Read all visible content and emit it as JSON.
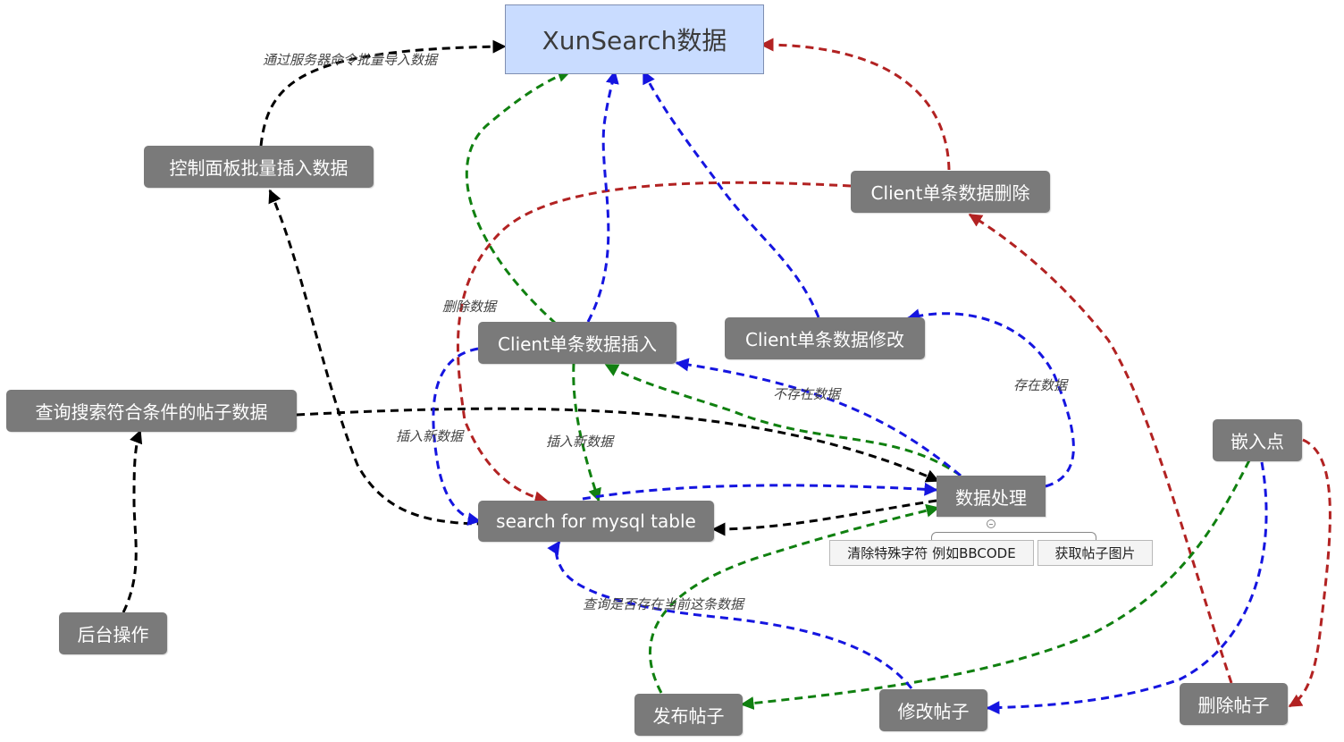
{
  "nodes": {
    "xunsearch": "XunSearch数据",
    "panel_batch": "控制面板批量插入数据",
    "client_delete": "Client单条数据删除",
    "client_insert": "Client单条数据插入",
    "client_modify": "Client单条数据修改",
    "query_posts": "查询搜索符合条件的帖子数据",
    "search_mysql": "search for mysql table",
    "data_process": "数据处理",
    "embed_point": "嵌入点",
    "backend": "后台操作",
    "publish_post": "发布帖子",
    "modify_post": "修改帖子",
    "delete_post": "删除帖子"
  },
  "sub_items": {
    "clean_chars": "清除特殊字符 例如BBCODE",
    "get_images": "获取帖子图片"
  },
  "edge_labels": {
    "server_cmd": "通过服务器命令批量导入数据",
    "delete_data": "删除数据",
    "insert_new_1": "插入新数据",
    "insert_new_2": "插入新数据",
    "not_exist": "不存在数据",
    "exist": "存在数据",
    "query_exist": "查询是否存在当前这条数据"
  },
  "colors": {
    "black": "#000000",
    "red": "#b22222",
    "green": "#108010",
    "blue": "#1515e0",
    "node_bg": "#7a7a7a",
    "main_bg": "#c9dcff"
  }
}
